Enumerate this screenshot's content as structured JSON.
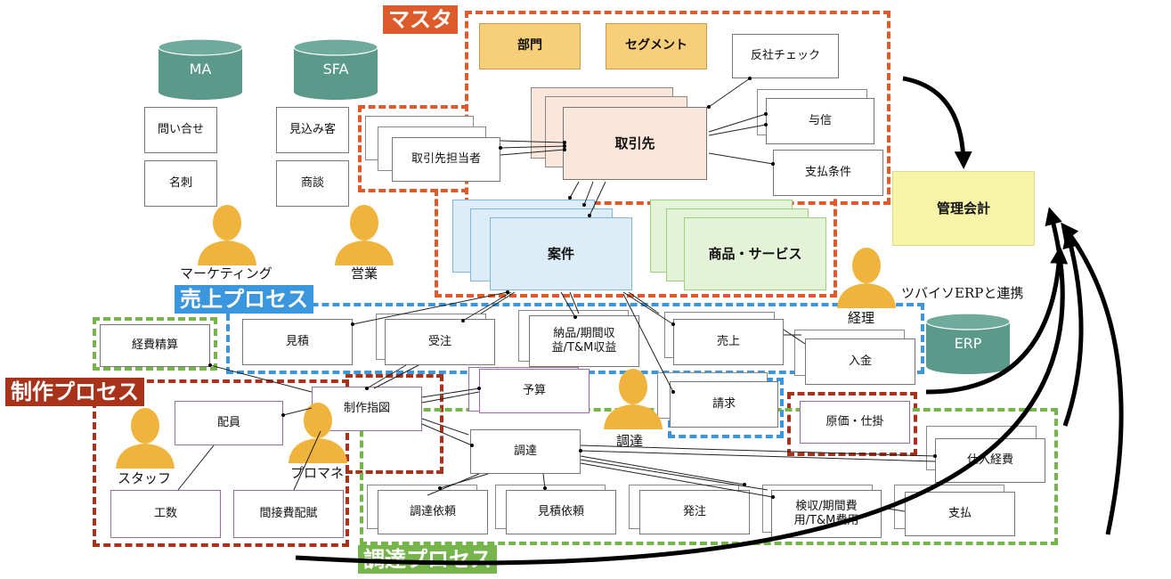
{
  "tags": {
    "master": "マスタ",
    "sales": "売上プロセス",
    "production": "制作プロセス",
    "procurement": "調達プロセス"
  },
  "databases": {
    "ma": "MA",
    "sfa": "SFA",
    "erp": "ERP"
  },
  "people": {
    "marketing": "マーケティング",
    "sales_rep": "営業",
    "accounting": "経理",
    "staff": "スタッフ",
    "pm": "プロマネ",
    "procurement": "調達"
  },
  "master": {
    "department": "部門",
    "segment": "セグメント",
    "antisocial_check": "反社チェック",
    "credit": "与信",
    "payment_terms": "支払条件",
    "customer": "取引先",
    "contact": "取引先担当者"
  },
  "sfa_items": {
    "inquiry": "問い合せ",
    "business_card": "名刺",
    "prospect": "見込み客",
    "negotiation": "商談"
  },
  "core": {
    "project": "案件",
    "products": "商品・サービス",
    "management_accounting": "管理会計"
  },
  "erp_note": "ツバイソERPと連携",
  "sales_process": {
    "quote": "見積",
    "order": "受注",
    "delivery": "納品/期間収益/T&M収益",
    "sales": "売上",
    "deposit": "入金",
    "billing": "請求"
  },
  "production_process": {
    "expense_settlement": "経費精算",
    "production_order": "制作指図",
    "budget": "予算",
    "assignment": "配員",
    "man_hours": "工数",
    "indirect_allocation": "間接費配賦"
  },
  "procurement_process": {
    "procurement": "調達",
    "procurement_request": "調達依頼",
    "quote_request": "見積依頼",
    "purchase_order": "発注",
    "inspection": "検収/期間費用/T&M費用",
    "payment": "支払",
    "purchase_expense": "仕入経費",
    "cost_wip": "原価・仕掛"
  },
  "colors": {
    "orange": "#dd5a2b",
    "blue": "#3b97dd",
    "green": "#76b54b",
    "darkred": "#a8321a",
    "db": "#5b9a8b",
    "person": "#f0b43c",
    "yellow_box": "#f7f4a8",
    "tan": "#f7cf7a"
  }
}
